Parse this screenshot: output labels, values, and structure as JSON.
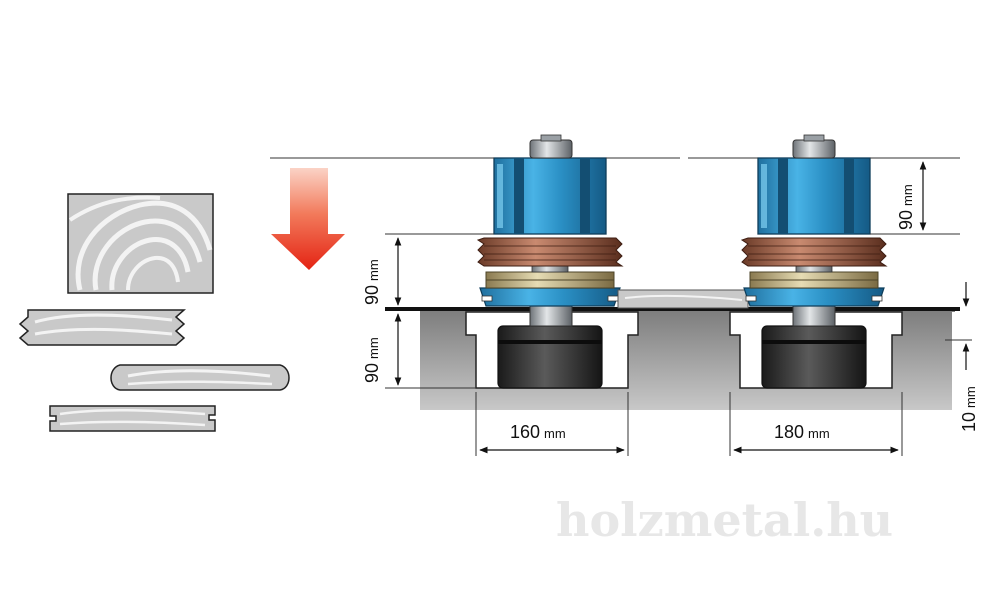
{
  "dimensions": {
    "spindle_height_top": "90",
    "spindle_height_left": "90",
    "table_depth": "90",
    "gap_right": "10",
    "unit": "mm",
    "left_width": "160",
    "right_width": "180"
  },
  "watermark": "holzmetal.hu",
  "colors": {
    "arrow_top": "#f4a08a",
    "arrow_bottom": "#e42313",
    "cutter_blue": "#2a8fc4",
    "table_gray": "#8c8c8c",
    "wood_gray": "#c9c9c9"
  }
}
